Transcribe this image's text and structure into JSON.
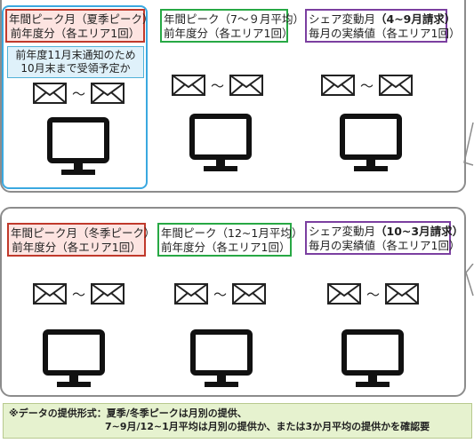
{
  "summer_panel": {
    "items": [
      {
        "lines": [
          "年間ピーク月（夏季ピーク）",
          "前年度分（各エリア1回）"
        ]
      },
      {
        "lines": [
          "年間ピーク（7～９月平均）",
          "前年度分（各エリア1回）"
        ]
      },
      {
        "line1_pre": "シェア変動月",
        "line1_bold": "（4~9月請求）",
        "line2": "毎月の実績値（各エリア1回）"
      }
    ],
    "note": [
      "前年度11月末通知のため",
      "10月末まで受領予定か"
    ]
  },
  "winter_panel": {
    "items": [
      {
        "lines": [
          "年間ピーク月（冬季ピーク）",
          "前年度分（各エリア1回）"
        ]
      },
      {
        "lines": [
          "年間ピーク（12~1月平均）",
          "前年度分（各エリア1回）"
        ]
      },
      {
        "line1_pre": "シェア変動月",
        "line1_bold": "（10~3月請求）",
        "line2": "毎月の実績値（各エリア1回）"
      }
    ]
  },
  "tilde": "～",
  "footer": {
    "line1": "※データの提供形式：夏季/冬季ピークは月別の提供、",
    "line2": "7~9月/12~1月平均は月別の提供か、または3か月平均の提供かを確認要"
  },
  "colors": {
    "red": "#c0392b",
    "green": "#27a844",
    "purple": "#7b3fa0",
    "highlight": "#3aa8e0",
    "footer_bg": "#e6f2cf"
  }
}
